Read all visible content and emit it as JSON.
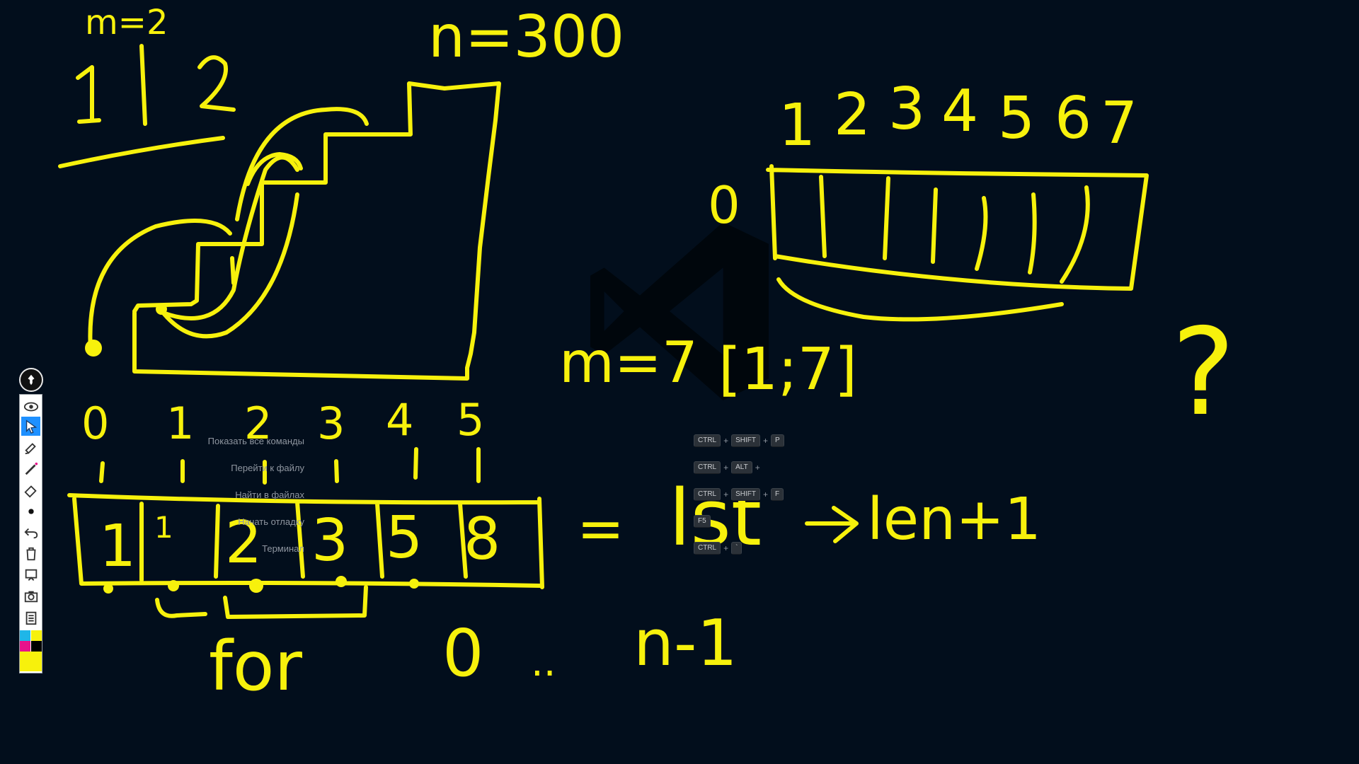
{
  "colors": {
    "background": "#020e1c",
    "ink": "#f7f10c",
    "hint_text": "#8f96a0",
    "toolbar_active": "#1e90ff"
  },
  "whiteboard": {
    "labels": {
      "m_top": "m=2",
      "n_top": "n=300",
      "split": "1 | 2",
      "indices_bottom": [
        "0",
        "1",
        "2",
        "3",
        "4",
        "5"
      ],
      "cells_bottom": [
        "1",
        "1",
        "2",
        "3",
        "5",
        "8"
      ],
      "indices_right": [
        "1",
        "2",
        "3",
        "4",
        "5",
        "6",
        "7"
      ],
      "zero_right": "0",
      "m_mid": "m=7",
      "range": "[1;7]",
      "equals": "=",
      "lst": "lst",
      "arrow_expr": "len+1",
      "loop": "for",
      "loop_from": "0",
      "loop_dots": "..",
      "loop_to": "n-1",
      "question": "?"
    }
  },
  "hints": [
    {
      "label": "Показать все команды",
      "keys": [
        "CTRL",
        "SHIFT",
        "P"
      ]
    },
    {
      "label": "Перейти к файлу",
      "keys": [
        "CTRL",
        "ALT",
        ""
      ]
    },
    {
      "label": "Найти в файлах",
      "keys": [
        "CTRL",
        "SHIFT",
        "F"
      ]
    },
    {
      "label": "Начать отладку",
      "keys": [
        "F5"
      ]
    },
    {
      "label": "Терминал",
      "keys": [
        "CTRL",
        "`"
      ]
    }
  ],
  "toolbar": {
    "tools": [
      "pin-icon",
      "eye-icon",
      "pointer-icon",
      "highlighter-icon",
      "pen-icon",
      "eraser-icon",
      "dot-icon",
      "undo-icon",
      "trash-icon",
      "board-icon",
      "camera-icon",
      "clipboard-icon"
    ],
    "palette": [
      "#1fb6e8",
      "#f7f10c",
      "#e8128b",
      "#000000",
      "#f7f10c",
      "#f7f10c"
    ]
  }
}
